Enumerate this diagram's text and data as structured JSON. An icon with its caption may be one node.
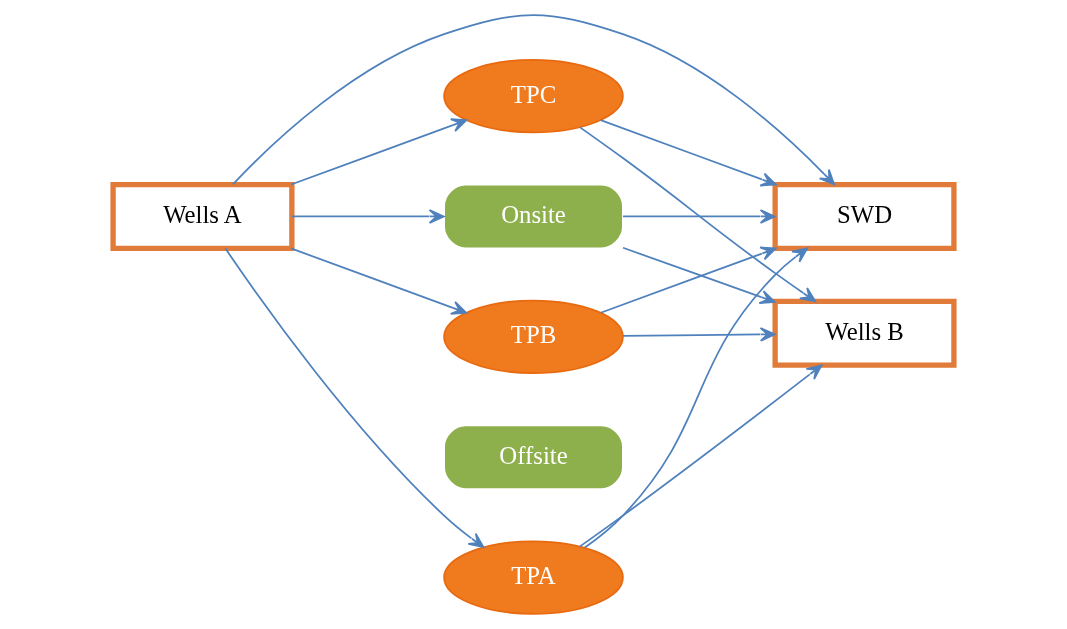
{
  "diagram": {
    "nodes": [
      {
        "text": [
          "Wells A"
        ]
      },
      {
        "text": [
          "Onsite"
        ]
      },
      {
        "text": [
          "Wells B"
        ]
      },
      {
        "text": [
          "Offsite"
        ]
      },
      {
        "text": [
          "TPA"
        ]
      },
      {
        "text": [
          "TPB"
        ]
      },
      {
        "text": [
          "TPC"
        ]
      },
      {
        "text": [
          "SWD"
        ]
      }
    ],
    "edges": [
      {
        "from": 0,
        "to": 1,
        "arrow": "to"
      },
      {
        "from": 1,
        "to": 2,
        "arrow": "to"
      },
      {
        "from": 1,
        "to": 7,
        "arrow": "to"
      },
      {
        "from": 0,
        "to": 4,
        "arrow": "to"
      },
      {
        "from": 0,
        "to": 5,
        "arrow": "to"
      },
      {
        "from": 0,
        "to": 6,
        "arrow": "to"
      },
      {
        "from": 0,
        "to": 7,
        "arrow": "to"
      },
      {
        "from": 4,
        "to": 2,
        "arrow": "to"
      },
      {
        "from": 4,
        "to": 7,
        "arrow": "to"
      },
      {
        "from": 5,
        "to": 2,
        "arrow": "to"
      },
      {
        "from": 5,
        "to": 7,
        "arrow": "to"
      },
      {
        "from": 6,
        "to": 2,
        "arrow": "to"
      },
      {
        "from": 6,
        "to": 7,
        "arrow": "to"
      }
    ]
  }
}
